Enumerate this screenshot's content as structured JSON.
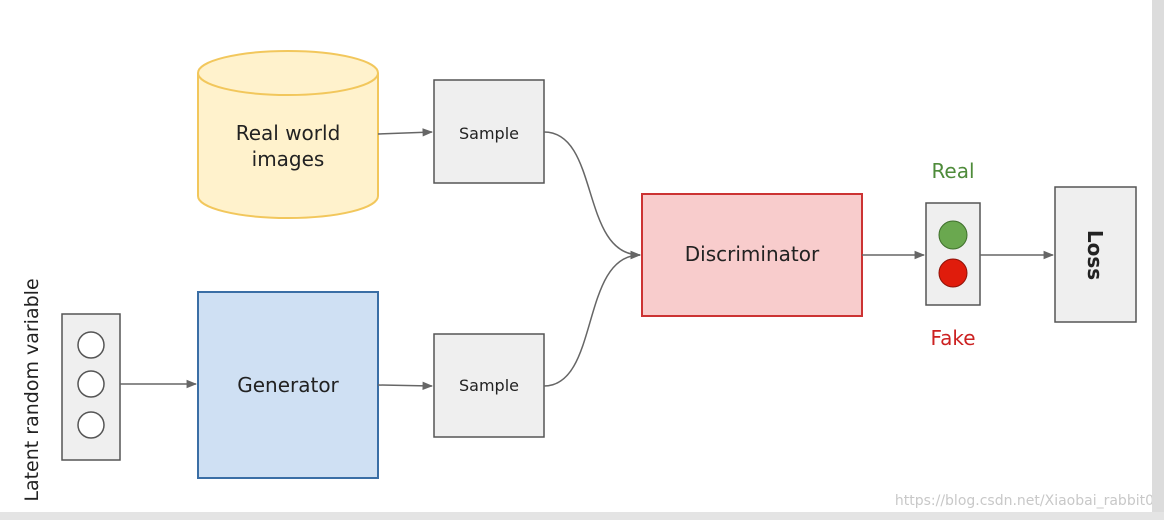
{
  "diagram": {
    "database": {
      "label_line1": "Real world",
      "label_line2": "images"
    },
    "sample_top": {
      "label": "Sample"
    },
    "sample_bottom": {
      "label": "Sample"
    },
    "generator": {
      "label": "Generator"
    },
    "discriminator": {
      "label": "Discriminator"
    },
    "latent": {
      "label": "Latent random variable"
    },
    "output": {
      "real_label": "Real",
      "fake_label": "Fake"
    },
    "loss": {
      "label": "Loss"
    }
  },
  "watermark": "https://blog.csdn.net/Xiaobai_rabbit0",
  "colors": {
    "database_fill": "#fff2cc",
    "database_stroke": "#f2c75c",
    "generator_fill": "#cfe0f3",
    "generator_stroke": "#3a6ea5",
    "discriminator_fill": "#f8cccc",
    "discriminator_stroke": "#cc3333",
    "box_fill": "#efefef",
    "box_stroke": "#555555",
    "real_color": "#4e8b3a",
    "fake_color": "#cc2222",
    "green_light": "#6aa84f",
    "red_light": "#e01c0c"
  }
}
